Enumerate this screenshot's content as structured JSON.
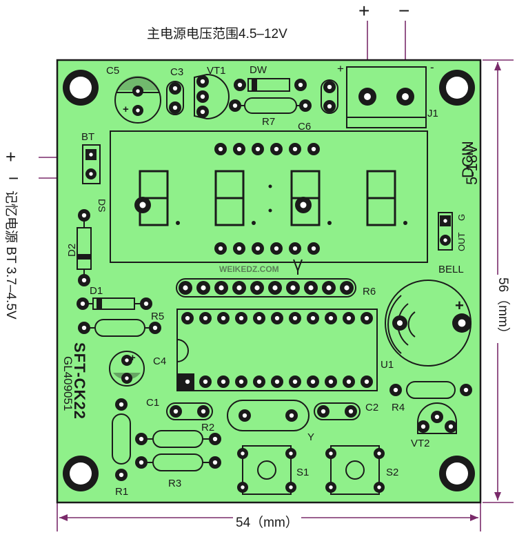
{
  "colors": {
    "board": "#8ff08a",
    "ink": "#1a1a1a",
    "dimension": "#7a2a6a",
    "pad": "#ffffff"
  },
  "supply_note": "主电源电压范围4.5–12V",
  "power_plus": "+",
  "power_minus": "−",
  "bt_plus": "+",
  "bt_minus": "−",
  "backup_note": "记忆电源 BT 3.7–4.5V",
  "width_dim": "54（mm）",
  "height_dim": "56（mm）",
  "silk": {
    "c5": "C5",
    "c3": "C3",
    "vt1": "VT1",
    "dw": "DW",
    "r7": "R7",
    "c6": "C6",
    "j1": "J1",
    "plus": "+",
    "minus": "-",
    "bt": "BT",
    "ds": "DS",
    "d2": "D2",
    "d1": "D1",
    "r5": "R5",
    "r6": "R6",
    "u1": "U1",
    "c4": "C4",
    "c1": "C1",
    "c2": "C2",
    "r4": "R4",
    "r2": "R2",
    "y": "Y",
    "vt2": "VT2",
    "r1": "R1",
    "r3": "R3",
    "s1": "S1",
    "s2": "S2",
    "dcin": "DCIN",
    "dcin_range": "5-18V",
    "out": "OUT",
    "g": "G",
    "bell": "BELL",
    "model": "SFT-CK22",
    "serial": "GL409051",
    "watermark": "WEIKEDZ.COM"
  }
}
